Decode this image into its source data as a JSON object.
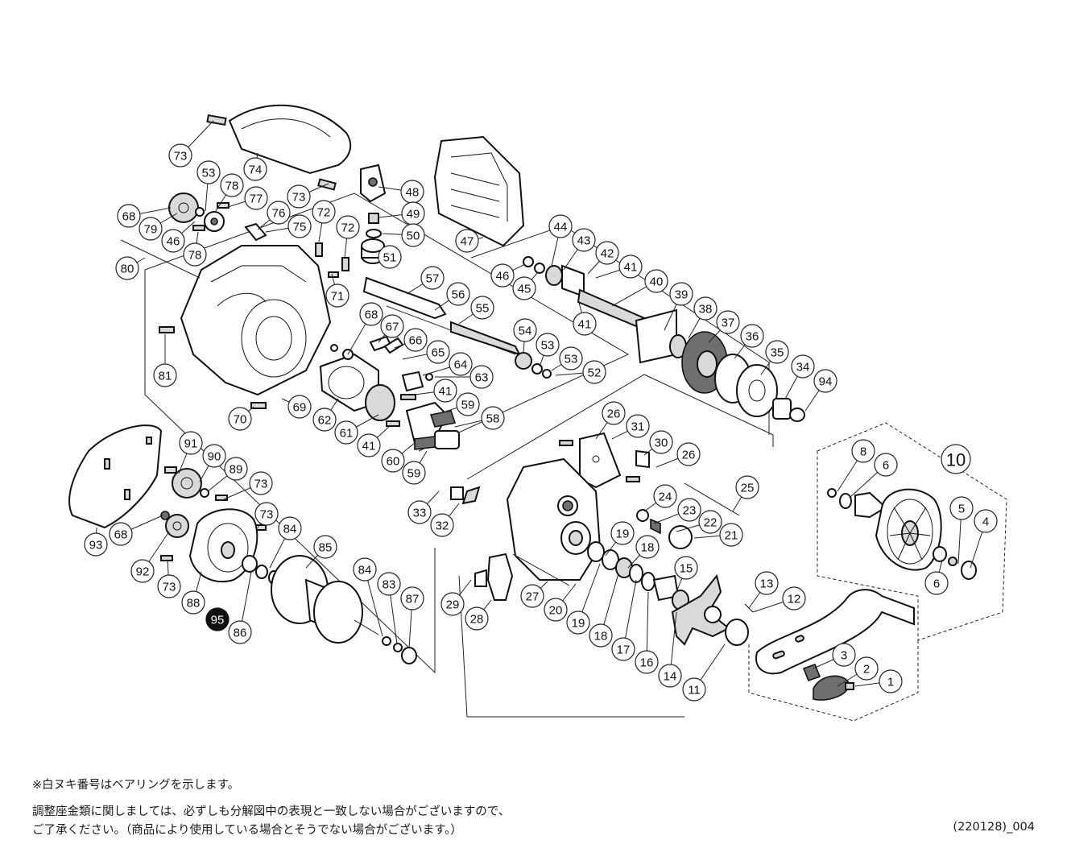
{
  "diagram": {
    "group_label": "10",
    "bearing_marker": "95",
    "callouts": [
      {
        "n": "73"
      },
      {
        "n": "74"
      },
      {
        "n": "73"
      },
      {
        "n": "53"
      },
      {
        "n": "78"
      },
      {
        "n": "77"
      },
      {
        "n": "68"
      },
      {
        "n": "79"
      },
      {
        "n": "46"
      },
      {
        "n": "78"
      },
      {
        "n": "76"
      },
      {
        "n": "75"
      },
      {
        "n": "72"
      },
      {
        "n": "72"
      },
      {
        "n": "80"
      },
      {
        "n": "71"
      },
      {
        "n": "48"
      },
      {
        "n": "49"
      },
      {
        "n": "50"
      },
      {
        "n": "51"
      },
      {
        "n": "47"
      },
      {
        "n": "44"
      },
      {
        "n": "43"
      },
      {
        "n": "42"
      },
      {
        "n": "41"
      },
      {
        "n": "46"
      },
      {
        "n": "45"
      },
      {
        "n": "40"
      },
      {
        "n": "41"
      },
      {
        "n": "39"
      },
      {
        "n": "38"
      },
      {
        "n": "37"
      },
      {
        "n": "36"
      },
      {
        "n": "35"
      },
      {
        "n": "34"
      },
      {
        "n": "94"
      },
      {
        "n": "57"
      },
      {
        "n": "56"
      },
      {
        "n": "55"
      },
      {
        "n": "54"
      },
      {
        "n": "53"
      },
      {
        "n": "53"
      },
      {
        "n": "52"
      },
      {
        "n": "68"
      },
      {
        "n": "67"
      },
      {
        "n": "66"
      },
      {
        "n": "65"
      },
      {
        "n": "64"
      },
      {
        "n": "63"
      },
      {
        "n": "81"
      },
      {
        "n": "41"
      },
      {
        "n": "59"
      },
      {
        "n": "58"
      },
      {
        "n": "70"
      },
      {
        "n": "69"
      },
      {
        "n": "62"
      },
      {
        "n": "61"
      },
      {
        "n": "41"
      },
      {
        "n": "60"
      },
      {
        "n": "59"
      },
      {
        "n": "26"
      },
      {
        "n": "31"
      },
      {
        "n": "30"
      },
      {
        "n": "26"
      },
      {
        "n": "25"
      },
      {
        "n": "24"
      },
      {
        "n": "23"
      },
      {
        "n": "22"
      },
      {
        "n": "21"
      },
      {
        "n": "19"
      },
      {
        "n": "18"
      },
      {
        "n": "15"
      },
      {
        "n": "13"
      },
      {
        "n": "12"
      },
      {
        "n": "33"
      },
      {
        "n": "32"
      },
      {
        "n": "27"
      },
      {
        "n": "20"
      },
      {
        "n": "19"
      },
      {
        "n": "18"
      },
      {
        "n": "17"
      },
      {
        "n": "16"
      },
      {
        "n": "14"
      },
      {
        "n": "11"
      },
      {
        "n": "29"
      },
      {
        "n": "28"
      },
      {
        "n": "8"
      },
      {
        "n": "6"
      },
      {
        "n": "5"
      },
      {
        "n": "4"
      },
      {
        "n": "6"
      },
      {
        "n": "3"
      },
      {
        "n": "2"
      },
      {
        "n": "1"
      },
      {
        "n": "91"
      },
      {
        "n": "90"
      },
      {
        "n": "89"
      },
      {
        "n": "73"
      },
      {
        "n": "73"
      },
      {
        "n": "84"
      },
      {
        "n": "85"
      },
      {
        "n": "68"
      },
      {
        "n": "92"
      },
      {
        "n": "93"
      },
      {
        "n": "73"
      },
      {
        "n": "88"
      },
      {
        "n": "86"
      },
      {
        "n": "84"
      },
      {
        "n": "83"
      },
      {
        "n": "87"
      }
    ]
  },
  "notes": {
    "line1": "※白ヌキ番号はベアリングを示します。",
    "line2": "調整座金類に関しましては、必ずしも分解図中の表現と一致しない場合がございますので、",
    "line3": "ご了承ください。（商品により使用している場合とそうでない場合がございます。）",
    "code": "(220128)_004"
  }
}
